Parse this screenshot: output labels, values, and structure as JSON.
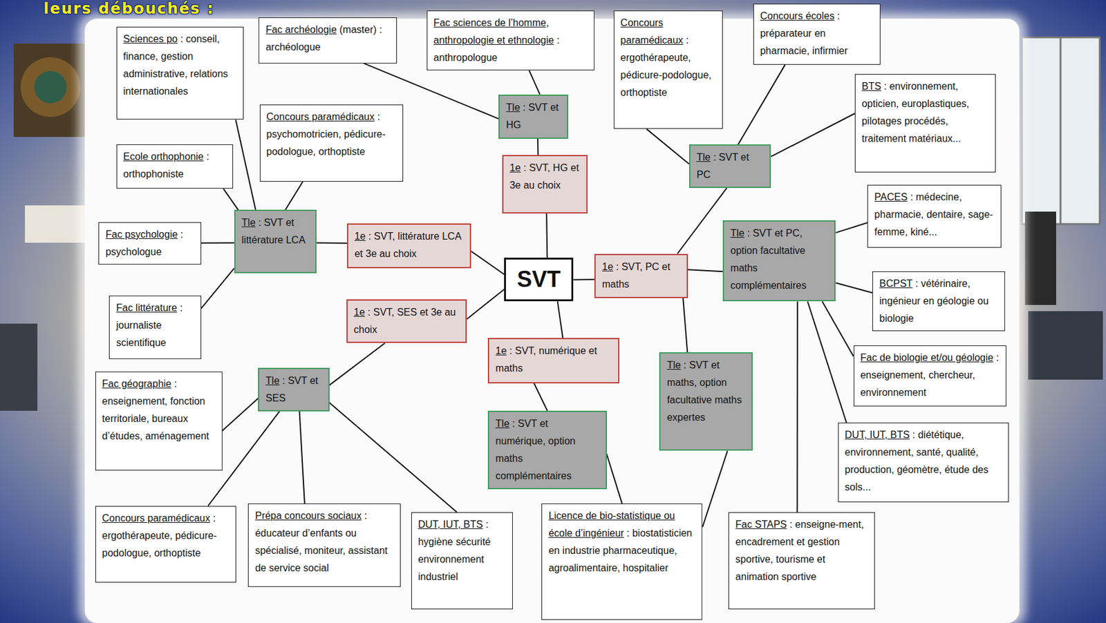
{
  "diagram": {
    "title": "leurs débouchés :",
    "nodes": [
      {
        "text": [
          "Fac archéologie",
          "(master) : archéologue"
        ]
      },
      {
        "text": [
          "Fac sciences de l’homme, anthropologie et ethnologie",
          ": anthropologue"
        ]
      },
      {
        "text": [
          "Concours paramédicaux",
          ": ergothérapeute, pédicure-podologue, orthoptiste"
        ]
      },
      {
        "text": [
          "Concours écoles",
          ": préparateur en pharmacie, infirmier"
        ]
      },
      {
        "text": [
          "Sciences po",
          ": conseil, finance, gestion administrative, relations internationales"
        ]
      },
      {
        "text": [
          "Concours paramédicaux",
          ": psychomotricien, pédicure-podologue, orthoptiste"
        ]
      },
      {
        "text": [
          "BTS",
          ": environnement, opticien, europlastiques, pilotages procédés, traitement matériaux..."
        ]
      },
      {
        "text": [
          "Tle",
          ": SVT et HG"
        ]
      },
      {
        "text": [
          "Ecole orthophonie",
          ": orthophoniste"
        ]
      },
      {
        "text": [
          "1e",
          ": SVT, HG et 3e au choix"
        ]
      },
      {
        "text": [
          "Tle",
          ": SVT et PC"
        ]
      },
      {
        "text": [
          "PACES",
          ": médecine, pharmacie, dentaire, sage-femme, kiné..."
        ]
      },
      {
        "text": [
          "Tle",
          ": SVT et littérature LCA"
        ]
      },
      {
        "text": [
          "Fac psychologie",
          ": psychologue"
        ]
      },
      {
        "text": [
          "1e",
          ": SVT, littérature LCA et 3e au choix"
        ]
      },
      {
        "text": [
          "SVT"
        ]
      },
      {
        "text": [
          "1e",
          ": SVT, PC et maths"
        ]
      },
      {
        "text": [
          "Tle",
          ": SVT et PC, option facultative maths complémentaires"
        ]
      },
      {
        "text": [
          "BCPST",
          ": vétérinaire, ingénieur en géologie ou biologie"
        ]
      },
      {
        "text": [
          "Fac littérature",
          ": journaliste scientifique"
        ]
      },
      {
        "text": [
          "1e",
          ": SVT, SES et 3e au choix"
        ]
      },
      {
        "text": [
          "1e",
          ": SVT, numérique et maths"
        ]
      },
      {
        "text": [
          "Fac de biologie et/ou géologie",
          ": enseignement, chercheur, environnement"
        ]
      },
      {
        "text": [
          "Tle",
          ": SVT et maths, option facultative maths expertes"
        ]
      },
      {
        "text": [
          "Fac géographie",
          ": enseignement, fonction territoriale, bureaux d’études, aménagement"
        ]
      },
      {
        "text": [
          "Tle",
          ": SVT et SES"
        ]
      },
      {
        "text": [
          "Tle",
          ": SVT et numérique, option maths complémentaires"
        ]
      },
      {
        "text": [
          "DUT, IUT, BTS",
          ": diététique, environnement, santé, qualité, production, géomètre, étude des sols..."
        ]
      },
      {
        "text": [
          "Concours paramédicaux",
          ": ergothérapeute, pédicure-podologue, orthoptiste"
        ]
      },
      {
        "text": [
          "Prépa concours sociaux",
          ": éducateur d’enfants ou spécialisé, moniteur, assistant de service social"
        ]
      },
      {
        "text": [
          "DUT, IUT, BTS",
          ": hygiène sécurité environnement industriel"
        ]
      },
      {
        "text": [
          "Licence de bio-statistique ou école d’ingénieur",
          ": biostatisticien en industrie pharmaceutique, agroalimentaire, hospitalier"
        ]
      },
      {
        "text": [
          "Fac STAPS",
          ": enseigne-ment, encadrement et gestion sportive, tourisme et animation sportive"
        ]
      }
    ],
    "edges": [
      {
        "from": 15,
        "to": 9,
        "arrow": "none"
      },
      {
        "from": 9,
        "to": 7,
        "arrow": "none"
      },
      {
        "from": 7,
        "to": 0,
        "arrow": "none"
      },
      {
        "from": 7,
        "to": 1,
        "arrow": "none"
      },
      {
        "from": 15,
        "to": 14,
        "arrow": "none"
      },
      {
        "from": 14,
        "to": 12,
        "arrow": "none"
      },
      {
        "from": 12,
        "to": 4,
        "arrow": "none"
      },
      {
        "from": 12,
        "to": 5,
        "arrow": "none"
      },
      {
        "from": 12,
        "to": 8,
        "arrow": "none"
      },
      {
        "from": 12,
        "to": 13,
        "arrow": "none"
      },
      {
        "from": 12,
        "to": 19,
        "arrow": "none"
      },
      {
        "from": 15,
        "to": 20,
        "arrow": "none"
      },
      {
        "from": 20,
        "to": 25,
        "arrow": "none"
      },
      {
        "from": 25,
        "to": 24,
        "arrow": "none"
      },
      {
        "from": 25,
        "to": 28,
        "arrow": "none"
      },
      {
        "from": 25,
        "to": 29,
        "arrow": "none"
      },
      {
        "from": 25,
        "to": 30,
        "arrow": "none"
      },
      {
        "from": 15,
        "to": 21,
        "arrow": "none"
      },
      {
        "from": 21,
        "to": 26,
        "arrow": "none"
      },
      {
        "from": 26,
        "to": 31,
        "arrow": "none"
      },
      {
        "from": 15,
        "to": 16,
        "arrow": "none"
      },
      {
        "from": 16,
        "to": 10,
        "arrow": "none"
      },
      {
        "from": 10,
        "to": 2,
        "arrow": "none"
      },
      {
        "from": 10,
        "to": 3,
        "arrow": "none"
      },
      {
        "from": 10,
        "to": 6,
        "arrow": "none"
      },
      {
        "from": 16,
        "to": 17,
        "arrow": "none"
      },
      {
        "from": 16,
        "to": 23,
        "arrow": "none"
      },
      {
        "from": 17,
        "to": 11,
        "arrow": "none"
      },
      {
        "from": 17,
        "to": 18,
        "arrow": "none"
      },
      {
        "from": 17,
        "to": 22,
        "arrow": "none"
      },
      {
        "from": 17,
        "to": 27,
        "arrow": "none"
      },
      {
        "from": 17,
        "to": 32,
        "arrow": "none"
      },
      {
        "from": 23,
        "to": 31,
        "arrow": "none"
      }
    ]
  }
}
